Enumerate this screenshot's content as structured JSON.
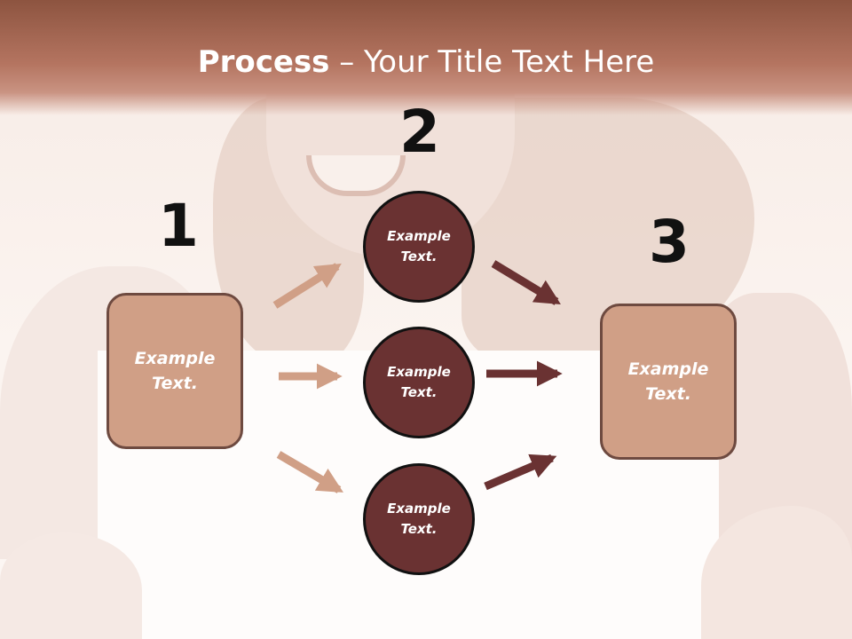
{
  "title": {
    "bold": "Process",
    "rest": " – Your Title Text Here"
  },
  "steps": [
    "1",
    "2",
    "3"
  ],
  "boxes": [
    {
      "line1": "Example",
      "line2": "Text."
    },
    {
      "line1": "Example",
      "line2": "Text."
    }
  ],
  "circles": [
    {
      "line1": "Example",
      "line2": "Text."
    },
    {
      "line1": "Example",
      "line2": "Text."
    },
    {
      "line1": "Example",
      "line2": "Text."
    }
  ],
  "colors": {
    "light_arrow": "#d09f86",
    "dark_arrow": "#6a3232",
    "box_fill": "#d09f86",
    "circle_fill": "#6a3232",
    "banner": "#a86a55"
  }
}
